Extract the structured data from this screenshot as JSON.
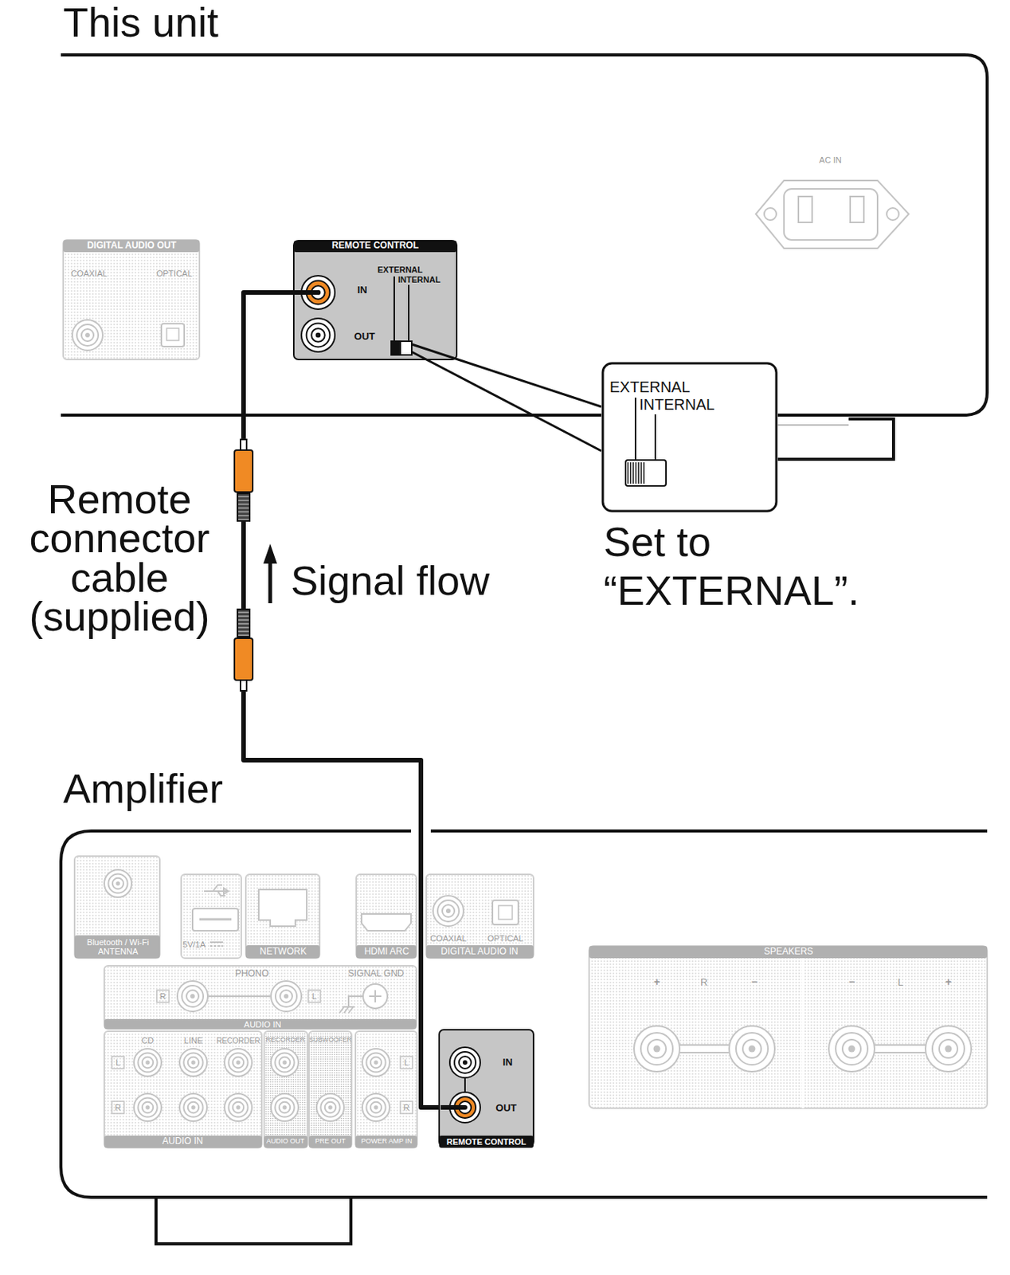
{
  "diagram": {
    "nodes": [
      {
        "text": [
          "This unit"
        ]
      },
      {
        "text": [
          "DIGITAL AUDIO OUT",
          "COAXIAL",
          "OPTICAL"
        ],
        "in": 0
      },
      {
        "text": [
          "REMOTE CONTROL",
          "IN",
          "OUT",
          "EXTERNAL",
          "INTERNAL"
        ],
        "in": 0
      },
      {
        "text": [
          "EXTERNAL",
          "INTERNAL"
        ]
      },
      {
        "text": [
          "Amplifier"
        ]
      },
      {
        "text": [
          "Bluetooth / Wi-Fi ANTENNA"
        ],
        "in": 4
      },
      {
        "text": [
          "5V/1A"
        ],
        "in": 4
      },
      {
        "text": [
          "NETWORK"
        ],
        "in": 4
      },
      {
        "text": [
          "HDMI ARC"
        ],
        "in": 4
      },
      {
        "text": [
          "COAXIAL",
          "OPTICAL",
          "DIGITAL AUDIO IN"
        ],
        "in": 4
      },
      {
        "text": [
          "PHONO",
          "SIGNAL GND",
          "R",
          "L",
          "AUDIO IN"
        ],
        "in": 4
      },
      {
        "text": [
          "CD",
          "LINE",
          "RECORDER",
          "L",
          "R",
          "AUDIO IN"
        ],
        "in": 4
      },
      {
        "text": [
          "RECORDER",
          "AUDIO OUT"
        ],
        "in": 4
      },
      {
        "text": [
          "SUBWOOFER",
          "PRE OUT"
        ],
        "in": 4
      },
      {
        "text": [
          "L",
          "R",
          "POWER AMP IN"
        ],
        "in": 4
      },
      {
        "text": [
          "IN",
          "OUT",
          "REMOTE CONTROL"
        ],
        "in": 4
      },
      {
        "text": [
          "SPEAKERS",
          "+",
          "R",
          "−",
          "−",
          "L",
          "+"
        ],
        "in": 4
      }
    ],
    "edges": [
      {
        "from": 15,
        "to": 2,
        "arrow": "none",
        "label": "Remote connector cable (supplied)"
      }
    ],
    "labels": [
      "AC IN",
      "Signal flow",
      "Set to “EXTERNAL”."
    ]
  }
}
